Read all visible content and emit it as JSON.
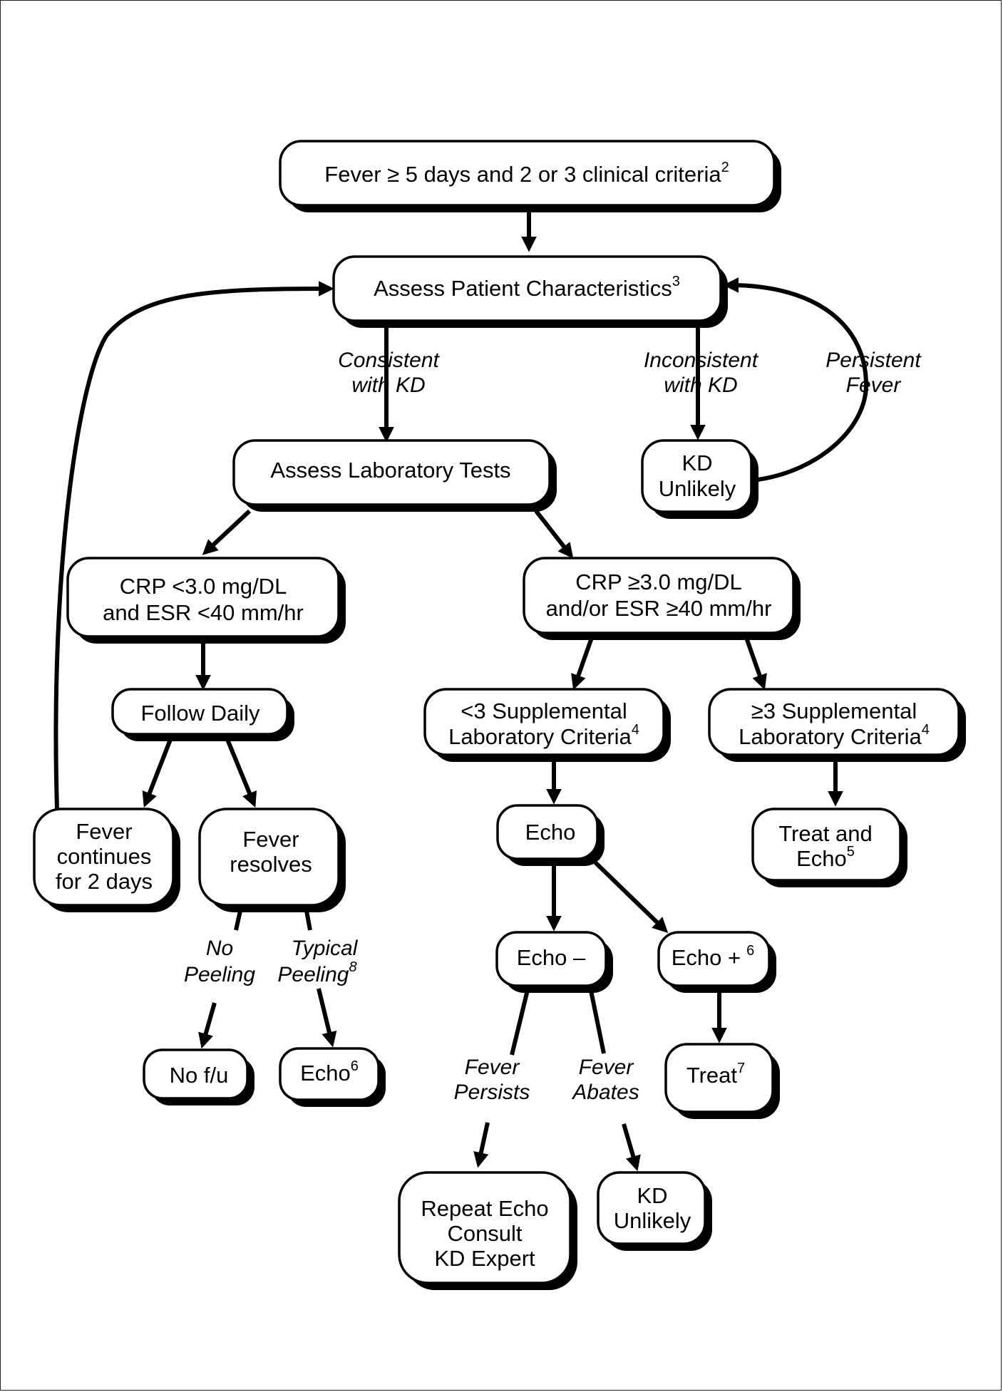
{
  "boxes": {
    "fever_criteria": {
      "text": "Fever ≥ 5 days and 2 or 3 clinical criteria",
      "sup": "2"
    },
    "assess_patient": {
      "text": "Assess Patient Characteristics",
      "sup": "3"
    },
    "assess_lab": {
      "text": "Assess Laboratory Tests"
    },
    "kd_unlikely_top": {
      "line1": "KD",
      "line2": "Unlikely"
    },
    "crp_low": {
      "line1": "CRP <3.0 mg/DL",
      "line2": "and ESR <40 mm/hr"
    },
    "crp_high": {
      "line1": "CRP ≥3.0 mg/DL",
      "line2": "and/or ESR ≥40 mm/hr"
    },
    "follow_daily": {
      "text": "Follow Daily"
    },
    "supp_low": {
      "line1": "<3 Supplemental",
      "line2": "Laboratory Criteria",
      "sup": "4"
    },
    "supp_high": {
      "line1": "≥3 Supplemental",
      "line2": "Laboratory Criteria",
      "sup": "4"
    },
    "fever_continues": {
      "line1": "Fever",
      "line2": "continues",
      "line3": "for 2 days"
    },
    "fever_resolves": {
      "line1": "Fever",
      "line2": "resolves"
    },
    "echo": {
      "text": "Echo"
    },
    "treat_echo": {
      "line1": "Treat and",
      "line2": "Echo",
      "sup": "5"
    },
    "echo_neg": {
      "text": "Echo –"
    },
    "echo_pos": {
      "text": "Echo +",
      "sup": "6"
    },
    "no_fu": {
      "text": "No f/u"
    },
    "echo_peel": {
      "text": "Echo",
      "sup": "6"
    },
    "treat": {
      "text": "Treat",
      "sup": "7"
    },
    "repeat_echo": {
      "line1": "Repeat Echo",
      "line2": "Consult",
      "line3": "KD Expert"
    },
    "kd_unlikely_bottom": {
      "line1": "KD",
      "line2": "Unlikely"
    }
  },
  "edge_labels": {
    "consistent": {
      "line1": "Consistent",
      "line2": "with KD"
    },
    "inconsistent": {
      "line1": "Inconsistent",
      "line2": "with KD"
    },
    "persistent": {
      "line1": "Persistent",
      "line2": "Fever"
    },
    "no_peeling": {
      "line1": "No",
      "line2": "Peeling"
    },
    "typical_peeling": {
      "line1": "Typical",
      "line2": "Peeling",
      "sup": "8"
    },
    "fever_persists": {
      "line1": "Fever",
      "line2": "Persists"
    },
    "fever_abates": {
      "line1": "Fever",
      "line2": "Abates"
    }
  }
}
